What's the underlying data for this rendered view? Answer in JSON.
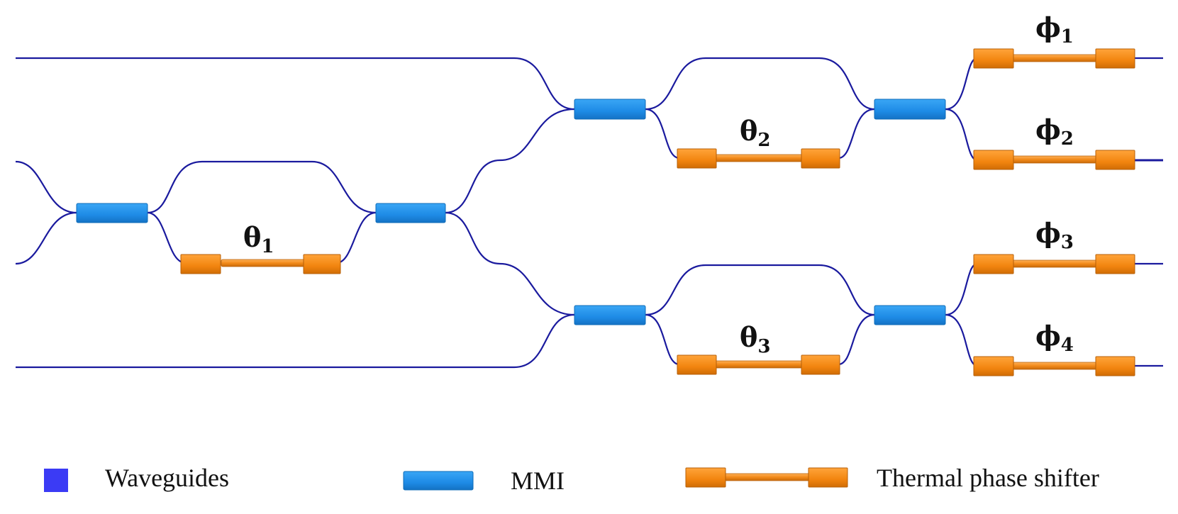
{
  "labels": {
    "theta1": {
      "symbol": "θ",
      "sub": "1"
    },
    "theta2": {
      "symbol": "θ",
      "sub": "2"
    },
    "theta3": {
      "symbol": "θ",
      "sub": "3"
    },
    "phi1": {
      "symbol": "ϕ",
      "sub": "1"
    },
    "phi2": {
      "symbol": "ϕ",
      "sub": "2"
    },
    "phi3": {
      "symbol": "ϕ",
      "sub": "3"
    },
    "phi4": {
      "symbol": "ϕ",
      "sub": "4"
    }
  },
  "legend": {
    "waveguides": "Waveguides",
    "mmi": "MMI",
    "thermal": "Thermal phase shifter"
  },
  "colors": {
    "waveguide": "#1a1a9e",
    "legend_waveguide": "#3b3bf5",
    "mmi": "#1e90e8",
    "thermal": "#f28a1a"
  }
}
